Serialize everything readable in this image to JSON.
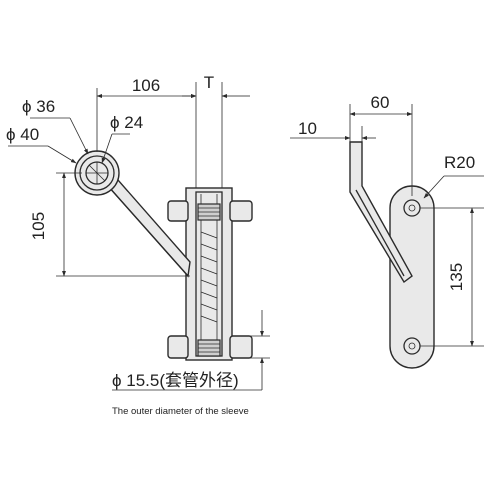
{
  "left_view": {
    "dim_top_width": "106",
    "dim_thickness": "T",
    "dim_outer_ring": "ϕ 36",
    "dim_ring_40": "ϕ 40",
    "dim_inner_bore": "ϕ 24",
    "dim_height": "105",
    "dim_sleeve": "ϕ 15.5(套管外径)",
    "caption": "The outer diameter of the sleeve"
  },
  "right_view": {
    "dim_width": "60",
    "dim_plate": "10",
    "dim_radius": "R20",
    "dim_hole_spacing": "135"
  }
}
